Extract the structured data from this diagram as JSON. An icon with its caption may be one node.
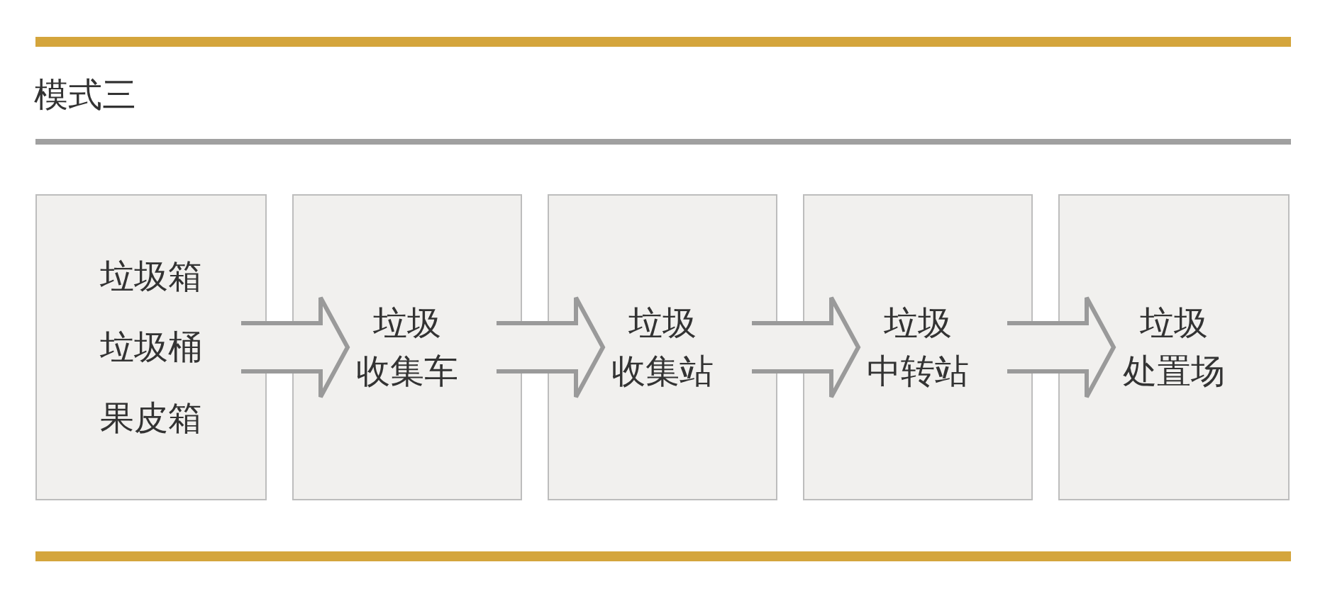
{
  "diagram": {
    "title": "模式三",
    "nodes": [
      {
        "text": [
          "垃圾箱",
          "垃圾桶",
          "果皮箱"
        ]
      },
      {
        "text": [
          "垃圾",
          "收集车"
        ]
      },
      {
        "text": [
          "垃圾",
          "收集站"
        ]
      },
      {
        "text": [
          "垃圾",
          "中转站"
        ]
      },
      {
        "text": [
          "垃圾",
          "处置场"
        ]
      }
    ],
    "edges": [
      {
        "from": 0,
        "to": 1,
        "arrow": "to"
      },
      {
        "from": 1,
        "to": 2,
        "arrow": "to"
      },
      {
        "from": 2,
        "to": 3,
        "arrow": "to"
      },
      {
        "from": 3,
        "to": 4,
        "arrow": "to"
      }
    ]
  }
}
